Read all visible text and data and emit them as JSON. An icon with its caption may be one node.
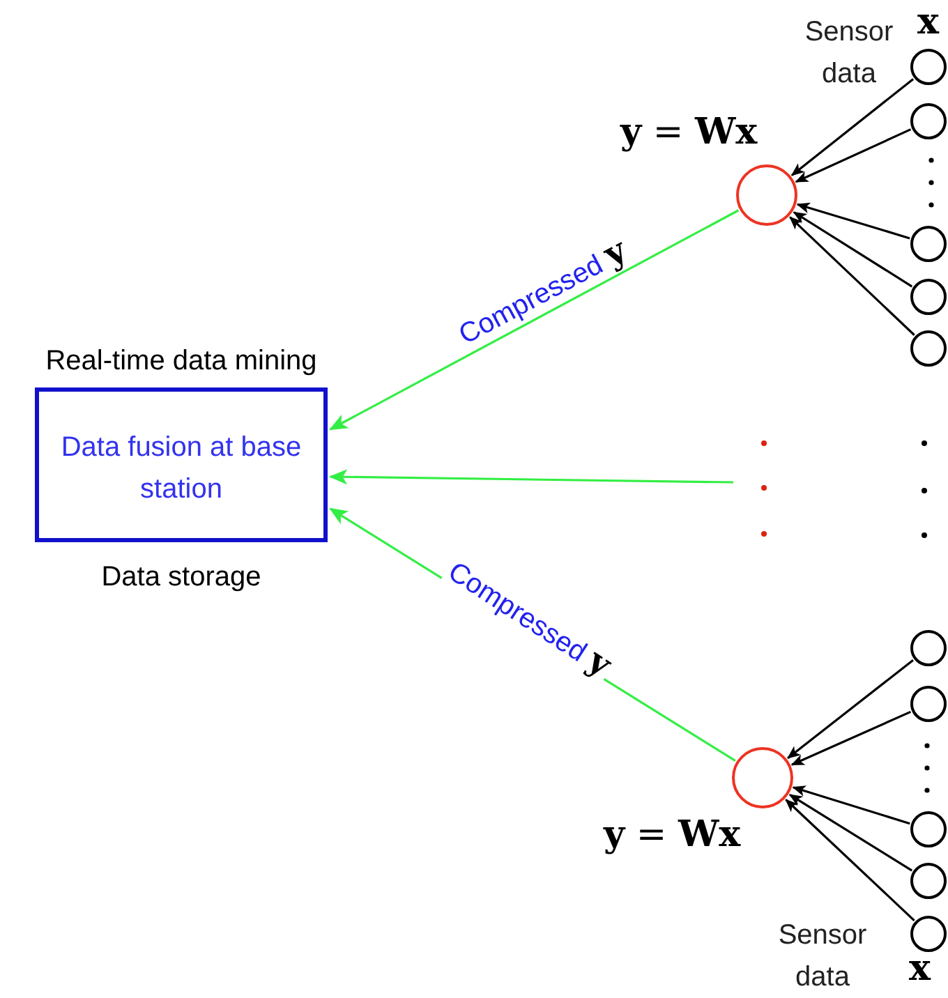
{
  "diagram": {
    "nodes": [
      {
        "text": [
          "Real-time data mining",
          "Data fusion at base station",
          "Data storage"
        ]
      },
      {
        "text": [],
        "shape": "circle",
        "beside": [
          "**y** = **Wx**"
        ]
      },
      {
        "text": [],
        "shape": "circle"
      },
      {
        "text": [],
        "shape": "circle"
      },
      {
        "text": [],
        "shape": "circle"
      },
      {
        "text": [],
        "shape": "circle"
      },
      {
        "text": [],
        "shape": "circle"
      },
      {
        "text": [],
        "shape": "circle",
        "beside": [
          "**y** = **Wx**"
        ]
      },
      {
        "text": [],
        "shape": "circle"
      },
      {
        "text": [],
        "shape": "circle"
      },
      {
        "text": [],
        "shape": "circle"
      },
      {
        "text": [],
        "shape": "circle"
      },
      {
        "text": [],
        "shape": "circle"
      }
    ],
    "edges": [
      {
        "from": 2,
        "to": 1,
        "arrow": "to"
      },
      {
        "from": 3,
        "to": 1,
        "arrow": "to"
      },
      {
        "from": 4,
        "to": 1,
        "arrow": "to"
      },
      {
        "from": 5,
        "to": 1,
        "arrow": "to"
      },
      {
        "from": 6,
        "to": 1,
        "arrow": "to"
      },
      {
        "from": 1,
        "to": 0,
        "arrow": "to",
        "label": "Compressed **y**",
        "color": "#33ee44"
      },
      {
        "from": null,
        "to": 0,
        "arrow": "to",
        "color": "#33ee44"
      },
      {
        "from": 7,
        "to": 0,
        "arrow": "to",
        "label": "Compressed **y**",
        "color": "#33ee44"
      },
      {
        "from": 8,
        "to": 7,
        "arrow": "to"
      },
      {
        "from": 9,
        "to": 7,
        "arrow": "to"
      },
      {
        "from": 10,
        "to": 7,
        "arrow": "to"
      },
      {
        "from": 11,
        "to": 7,
        "arrow": "to"
      },
      {
        "from": 12,
        "to": 7,
        "arrow": "to"
      }
    ],
    "labels": [
      "Sensor data",
      "x",
      "Sensor data",
      "x"
    ]
  }
}
